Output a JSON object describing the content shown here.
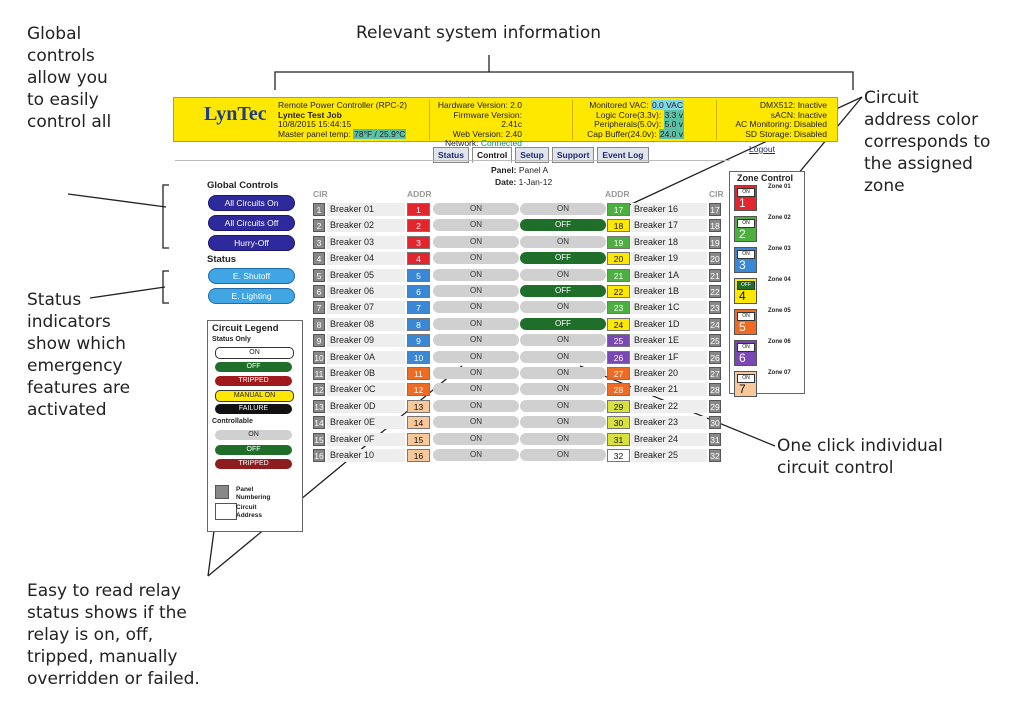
{
  "callouts": {
    "top": "Relevant system information",
    "global": "Global\ncontrols\nallow you\nto easily\ncontrol all",
    "status": "Status\nindicators\nshow which\nemergency\nfeatures are\nactivated",
    "circuit_color": "Circuit\naddress color\ncorresponds to\nthe assigned\nzone",
    "one_click": "One click individual\ncircuit control",
    "relay": "Easy to read relay\nstatus shows if the\nrelay is on, off,\ntripped, manually\noverridden or failed."
  },
  "banner": {
    "logo": "LynTec",
    "line1": "Remote Power Controller (RPC-2)",
    "line2": "Lyntec Test Job",
    "line3": "10/8/2015 15:44:15",
    "temp_label": "Master panel temp:",
    "temp_value": "78°F / 25.9°C",
    "hw": "Hardware Version: 2.0",
    "fw": "Firmware Version: 2.41c",
    "web": "Web Version: 2.40",
    "net_label": "Network:",
    "net_value": "Connected",
    "vac_label": "Monitored VAC:",
    "vac_value": "0.0 VAC",
    "logic_label": "Logic Core(3.3v):",
    "logic_value": "3.3 v",
    "periph_label": "Peripherals(5.0v):",
    "periph_value": "5.0 v",
    "cap_label": "Cap Buffer(24.0v):",
    "cap_value": "24.0 v",
    "dmx": "DMX512: Inactive",
    "sacn": "sACN: Inactive",
    "acmon": "AC Monitoring: Disabled",
    "sd": "SD Storage: Disabled"
  },
  "tabs": [
    "Status",
    "Control",
    "Setup",
    "Support",
    "Event Log"
  ],
  "logout": "Logout",
  "panel_label": "Panel:",
  "panel_value": "Panel A",
  "date_label": "Date:",
  "date_value": "1-Jan-12",
  "global_controls": {
    "title": "Global Controls",
    "all_on": "All Circuits On",
    "all_off": "All Circuits Off",
    "hurry": "Hurry-Off",
    "status_title": "Status",
    "shutoff": "E. Shutoff",
    "lighting": "E. Lighting"
  },
  "legend": {
    "title": "Circuit Legend",
    "status_only": "Status Only",
    "on": "ON",
    "off": "OFF",
    "tripped": "TRIPPED",
    "manual": "MANUAL ON",
    "failure": "FAILURE",
    "controllable": "Controllable",
    "c_on": "ON",
    "c_off": "OFF",
    "c_tripped": "TRIPPED",
    "panel_numbering": "Panel\nNumbering",
    "circuit_address": "Circuit\nAddress"
  },
  "headers": {
    "cir": "CIR",
    "addr": "ADDR"
  },
  "rows": [
    {
      "lc": "1",
      "ln": "Breaker 01",
      "la": "1",
      "lac": "#e3252d",
      "lr": "ON",
      "rr": "ON",
      "ra": "17",
      "rac": "#4caf3f",
      "rn": "Breaker 16",
      "rc": "17"
    },
    {
      "lc": "2",
      "ln": "Breaker 02",
      "la": "2",
      "lac": "#e3252d",
      "lr": "ON",
      "rr": "OFF",
      "ra": "18",
      "rac": "#ffe800",
      "rn": "Breaker 17",
      "rc": "18"
    },
    {
      "lc": "3",
      "ln": "Breaker 03",
      "la": "3",
      "lac": "#e3252d",
      "lr": "ON",
      "rr": "ON",
      "ra": "19",
      "rac": "#4caf3f",
      "rn": "Breaker 18",
      "rc": "19"
    },
    {
      "lc": "4",
      "ln": "Breaker 04",
      "la": "4",
      "lac": "#e3252d",
      "lr": "ON",
      "rr": "OFF",
      "ra": "20",
      "rac": "#ffe800",
      "rn": "Breaker 19",
      "rc": "20"
    },
    {
      "lc": "5",
      "ln": "Breaker 05",
      "la": "5",
      "lac": "#3a87d6",
      "lr": "ON",
      "rr": "ON",
      "ra": "21",
      "rac": "#4caf3f",
      "rn": "Breaker 1A",
      "rc": "21"
    },
    {
      "lc": "6",
      "ln": "Breaker 06",
      "la": "6",
      "lac": "#3a87d6",
      "lr": "ON",
      "rr": "OFF",
      "ra": "22",
      "rac": "#ffe800",
      "rn": "Breaker 1B",
      "rc": "22"
    },
    {
      "lc": "7",
      "ln": "Breaker 07",
      "la": "7",
      "lac": "#3a87d6",
      "lr": "ON",
      "rr": "ON",
      "ra": "23",
      "rac": "#4caf3f",
      "rn": "Breaker 1C",
      "rc": "23"
    },
    {
      "lc": "8",
      "ln": "Breaker 08",
      "la": "8",
      "lac": "#3a87d6",
      "lr": "ON",
      "rr": "OFF",
      "ra": "24",
      "rac": "#ffe800",
      "rn": "Breaker 1D",
      "rc": "24"
    },
    {
      "lc": "9",
      "ln": "Breaker 09",
      "la": "9",
      "lac": "#3a87d6",
      "lr": "ON",
      "rr": "ON",
      "ra": "25",
      "rac": "#7a48b5",
      "rn": "Breaker 1E",
      "rc": "25"
    },
    {
      "lc": "10",
      "ln": "Breaker 0A",
      "la": "10",
      "lac": "#3a87d6",
      "lr": "ON",
      "rr": "ON",
      "ra": "26",
      "rac": "#7a48b5",
      "rn": "Breaker 1F",
      "rc": "26"
    },
    {
      "lc": "11",
      "ln": "Breaker 0B",
      "la": "11",
      "lac": "#ef6a22",
      "lr": "ON",
      "rr": "ON",
      "ra": "27",
      "rac": "#ef6a22",
      "rn": "Breaker 20",
      "rc": "27"
    },
    {
      "lc": "12",
      "ln": "Breaker 0C",
      "la": "12",
      "lac": "#ef6a22",
      "lr": "ON",
      "rr": "ON",
      "ra": "28",
      "rac": "#ef6a22",
      "rn": "Breaker 21",
      "rc": "28"
    },
    {
      "lc": "13",
      "ln": "Breaker 0D",
      "la": "13",
      "lac": "#f8c79a",
      "lr": "ON",
      "rr": "ON",
      "ra": "29",
      "rac": "#d8e23a",
      "rn": "Breaker 22",
      "rc": "29"
    },
    {
      "lc": "14",
      "ln": "Breaker 0E",
      "la": "14",
      "lac": "#f8c79a",
      "lr": "ON",
      "rr": "ON",
      "ra": "30",
      "rac": "#d8e23a",
      "rn": "Breaker 23",
      "rc": "30"
    },
    {
      "lc": "15",
      "ln": "Breaker 0F",
      "la": "15",
      "lac": "#f8c79a",
      "lr": "ON",
      "rr": "ON",
      "ra": "31",
      "rac": "#d8e23a",
      "rn": "Breaker 24",
      "rc": "31"
    },
    {
      "lc": "16",
      "ln": "Breaker 10",
      "la": "16",
      "lac": "#f8c79a",
      "lr": "ON",
      "rr": "ON",
      "ra": "32",
      "rac": "#ffffff",
      "rn": "Breaker 25",
      "rc": "32"
    }
  ],
  "zone_control": {
    "title": "Zone Control",
    "zones": [
      {
        "label": "Zone 01",
        "num": "1",
        "state": "ON",
        "color": "#e3252d"
      },
      {
        "label": "Zone 02",
        "num": "2",
        "state": "ON",
        "color": "#4caf3f"
      },
      {
        "label": "Zone 03",
        "num": "3",
        "state": "ON",
        "color": "#3a87d6"
      },
      {
        "label": "Zone 04",
        "num": "4",
        "state": "OFF",
        "color": "#ffe800"
      },
      {
        "label": "Zone 05",
        "num": "5",
        "state": "ON",
        "color": "#ef6a22"
      },
      {
        "label": "Zone 06",
        "num": "6",
        "state": "ON",
        "color": "#7a48b5"
      },
      {
        "label": "Zone 07",
        "num": "7",
        "state": "ON",
        "color": "#f8c79a"
      }
    ]
  }
}
